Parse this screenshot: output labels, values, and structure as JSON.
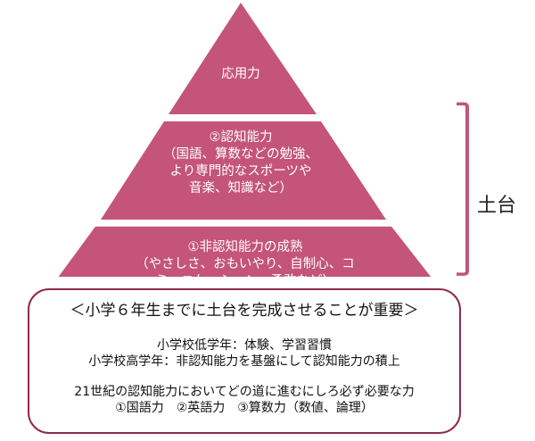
{
  "pyramid": {
    "top": "応用力",
    "middle": {
      "title": "②認知能力",
      "lines": [
        "（国語、算数などの勉強、",
        "より専門的なスポーツや",
        "音楽、知識など）"
      ]
    },
    "bottom": {
      "title": "①非認知能力の成熟",
      "lines": [
        "（やさしさ、おもいやり、自制心、コ",
        "ミュニケーション、勇敢など）"
      ]
    },
    "bracket_label": "土台",
    "fill_color": "#c4547a"
  },
  "note": {
    "heading": "＜小学６年生までに土台を完成させることが重要＞",
    "lines": [
      "小学校低学年：体験、学習習慣",
      "小学校高学年：非認知能力を基盤にして認知能力の積上"
    ],
    "lines2": [
      "21世紀の認知能力においてどの道に進むにしろ必ず必要な力",
      "①国語力　②英語力　③算数力（数値、論理）"
    ]
  }
}
